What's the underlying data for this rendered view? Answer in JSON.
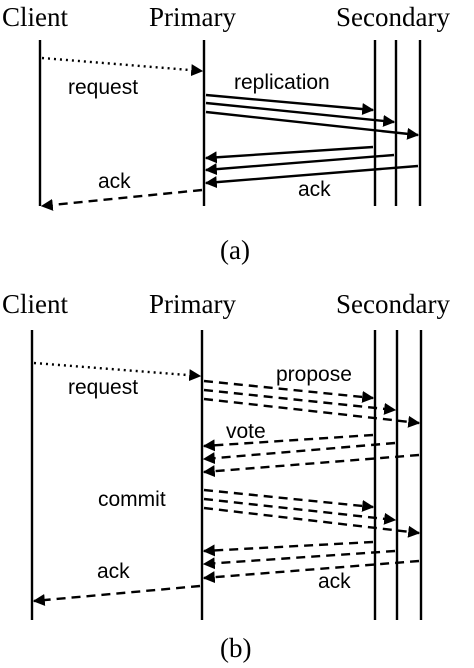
{
  "lanes": {
    "client": "Client",
    "primary": "Primary",
    "secondary": "Secondary"
  },
  "panel_a": {
    "caption": "(a)",
    "request_label": "request",
    "replication_label": "replication",
    "ack_primary_label": "ack",
    "ack_client_label": "ack"
  },
  "panel_b": {
    "caption": "(b)",
    "request_label": "request",
    "propose_label": "propose",
    "vote_label": "vote",
    "commit_label": "commit",
    "ack_primary_label": "ack",
    "ack_client_label": "ack"
  }
}
